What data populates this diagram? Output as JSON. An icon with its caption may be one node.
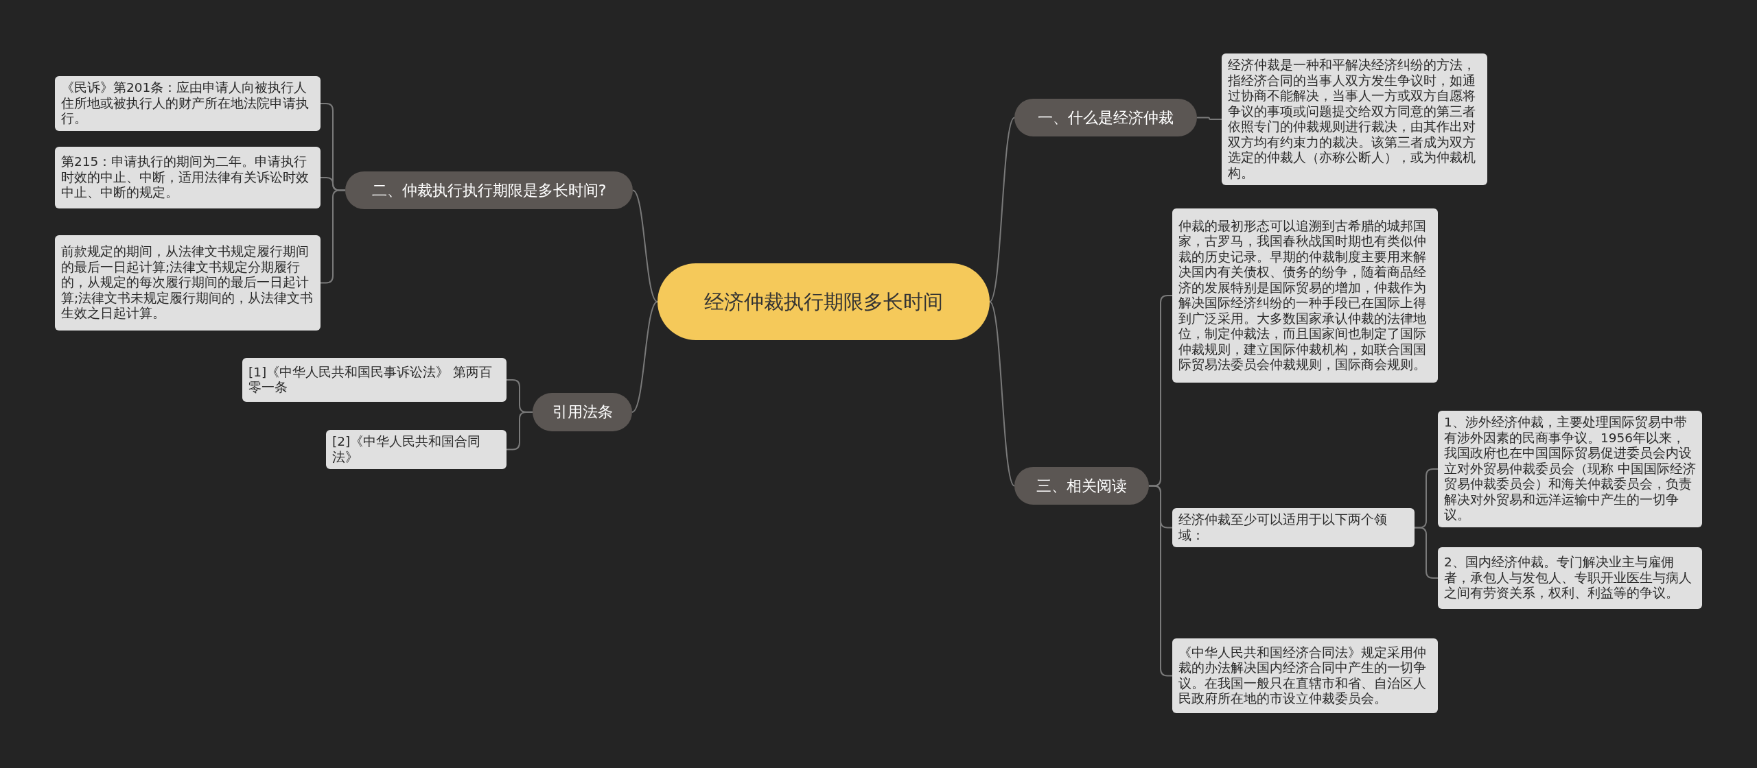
{
  "diagram": {
    "nodes": [
      {
        "text": [
          "经济仲裁执行期限多长时间"
        ]
      },
      {
        "text": [
          "二、仲裁执行执行期限是多长时间?"
        ]
      },
      {
        "text": [
          "《民诉》第201条：应由申请人向被执行人住所地或被执行人的财产所在地法院申请执行。"
        ]
      },
      {
        "text": [
          "第215：申请执行的期间为二年。申请执行时效的中止、中断，适用法律有关诉讼时效中止、中断的规定。"
        ]
      },
      {
        "text": [
          "前款规定的期间，从法律文书规定履行期间的最后一日起计算;法律文书规定分期履行的，从规定的每次履行期间的最后一日起计算;法律文书未规定履行期间的，从法律文书生效之日起计算。"
        ]
      },
      {
        "text": [
          "引用法条"
        ]
      },
      {
        "text": [
          "[1]《中华人民共和国民事诉讼法》 第两百零一条"
        ]
      },
      {
        "text": [
          "[2]《中华人民共和国合同法》"
        ]
      },
      {
        "text": [
          "一、什么是经济仲裁"
        ]
      },
      {
        "text": [
          "经济仲裁是一种和平解决经济纠纷的方法，指经济合同的当事人双方发生争议时，如通过协商不能解决，当事人一方或双方自愿将争议的事项或问题提交给双方同意的第三者依照专门的仲裁规则进行裁决，由其作出对双方均有约束力的裁决。该第三者成为双方选定的仲裁人（亦称公断人），或为仲裁机构。"
        ]
      },
      {
        "text": [
          "三、相关阅读"
        ]
      },
      {
        "text": [
          "仲裁的最初形态可以追溯到古希腊的城邦国家，古罗马，我国春秋战国时期也有类似仲裁的历史记录。早期的仲裁制度主要用来解决国内有关债权、债务的纷争，随着商品经济的发展特别是国际贸易的增加，仲裁作为解决国际经济纠纷的一种手段已在国际上得到广泛采用。大多数国家承认仲裁的法律地位，制定仲裁法，而且国家间也制定了国际仲裁规则，建立国际仲裁机构，如联合国国际贸易法委员会仲裁规则，国际商会规则。"
        ]
      },
      {
        "text": [
          "经济仲裁至少可以适用于以下两个领域："
        ]
      },
      {
        "text": [
          "1、涉外经济仲裁，主要处理国际贸易中带有涉外因素的民商事争议。1956年以来，我国政府也在中国国际贸易促进委员会内设立对外贸易仲裁委员会（现称 中国国际经济贸易仲裁委员会）和海关仲裁委员会，负责解决对外贸易和远洋运输中产生的一切争议。"
        ]
      },
      {
        "text": [
          "2、国内经济仲裁。专门解决业主与雇佣者，承包人与发包人、专职开业医生与病人之间有劳资关系，权利、利益等的争议。"
        ]
      },
      {
        "text": [
          "《中华人民共和国经济合同法》规定采用仲裁的办法解决国内经济合同中产生的一切争议。在我国一般只在直辖市和省、自治区人民政府所在地的市设立仲裁委员会。"
        ]
      }
    ],
    "edges": [
      {
        "from": 0,
        "to": 1,
        "arrow": "none"
      },
      {
        "from": 1,
        "to": 2,
        "arrow": "none"
      },
      {
        "from": 1,
        "to": 3,
        "arrow": "none"
      },
      {
        "from": 1,
        "to": 4,
        "arrow": "none"
      },
      {
        "from": 0,
        "to": 5,
        "arrow": "none"
      },
      {
        "from": 5,
        "to": 6,
        "arrow": "none"
      },
      {
        "from": 5,
        "to": 7,
        "arrow": "none"
      },
      {
        "from": 0,
        "to": 8,
        "arrow": "none"
      },
      {
        "from": 8,
        "to": 9,
        "arrow": "none"
      },
      {
        "from": 0,
        "to": 10,
        "arrow": "none"
      },
      {
        "from": 10,
        "to": 11,
        "arrow": "none"
      },
      {
        "from": 10,
        "to": 12,
        "arrow": "none"
      },
      {
        "from": 12,
        "to": 13,
        "arrow": "none"
      },
      {
        "from": 12,
        "to": 14,
        "arrow": "none"
      },
      {
        "from": 10,
        "to": 15,
        "arrow": "none"
      }
    ]
  }
}
